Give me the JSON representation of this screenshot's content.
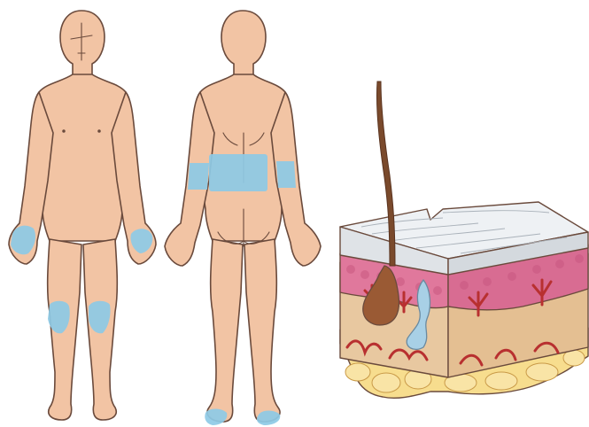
{
  "colors": {
    "skin": "#f2c4a4",
    "outline": "#6a4a3c",
    "patch": "#8ecae6",
    "epidermis": "#e4e8ec",
    "dermis_pink": "#e0789c",
    "dermis_tan": "#e8c8a0",
    "fat": "#f7dd8e",
    "vessel": "#b83030",
    "hair": "#7a4a2c",
    "gland": "#a8d0e6"
  },
  "figures": [
    {
      "view": "front",
      "patches": [
        "left-hand",
        "right-hand",
        "left-knee",
        "right-knee"
      ]
    },
    {
      "view": "back",
      "patches": [
        "lower-back",
        "left-forearm",
        "right-forearm",
        "left-heel",
        "right-heel"
      ]
    }
  ],
  "cross_section": {
    "layers": [
      "epidermis",
      "dermis",
      "hypodermis"
    ],
    "structures": [
      "hair",
      "hair-follicle",
      "sweat-gland",
      "blood-vessels",
      "fat-lobules"
    ]
  }
}
